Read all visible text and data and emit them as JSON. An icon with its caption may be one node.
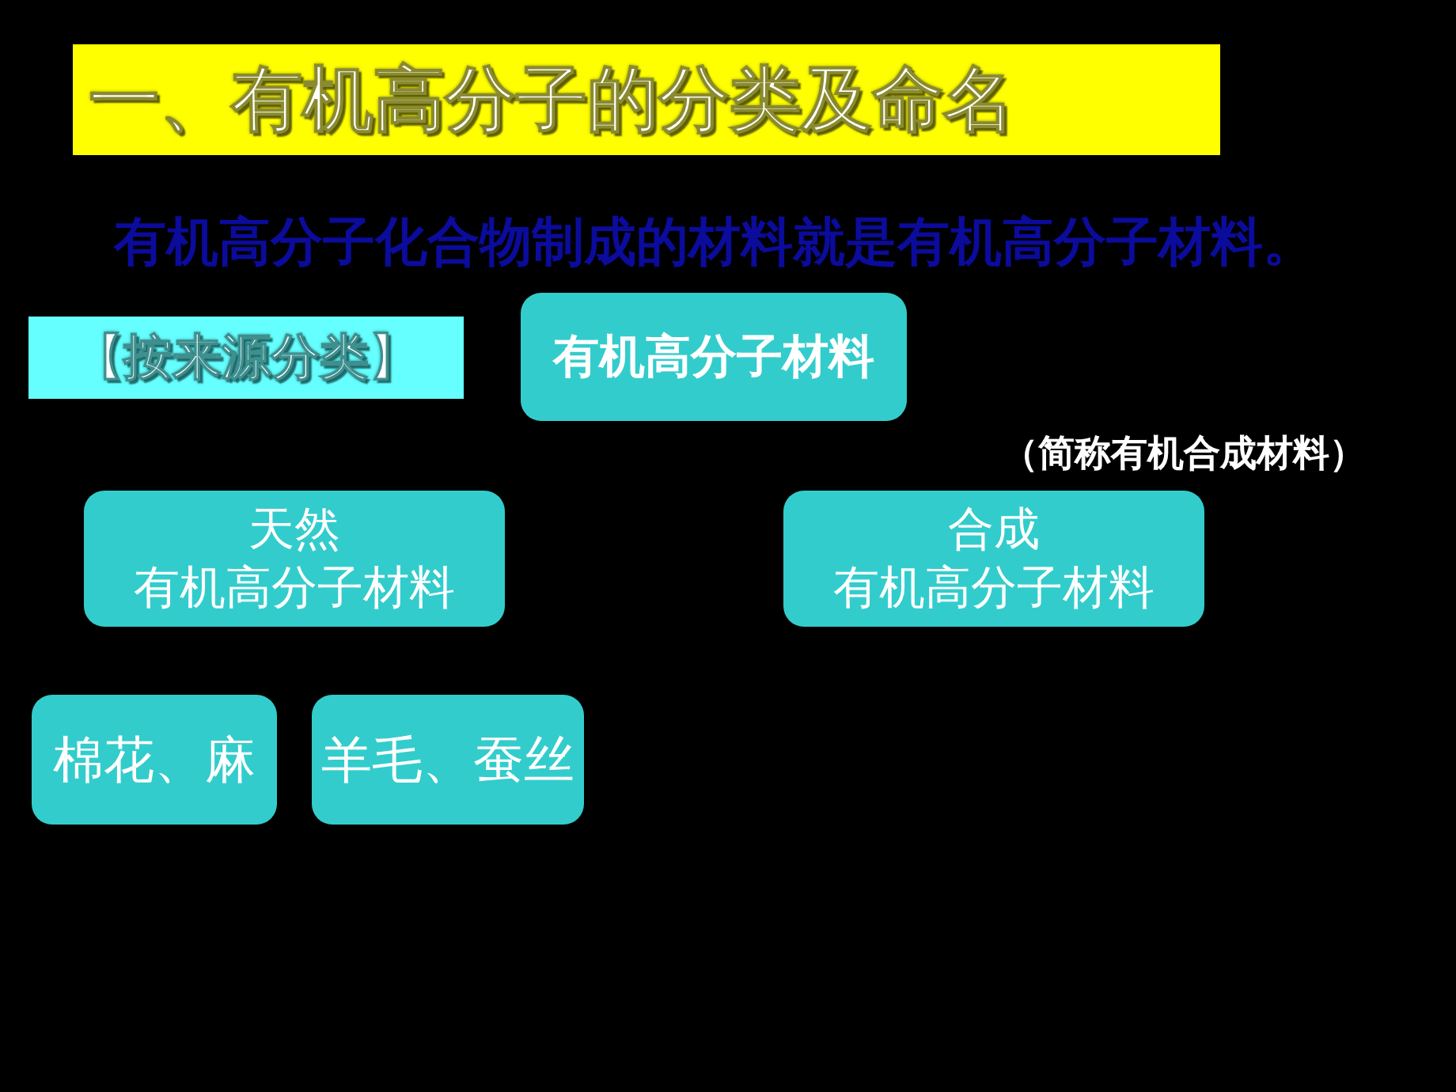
{
  "diagram": {
    "title": "一、有机高分子的分类及命名",
    "nodes": [
      {
        "text": [
          "【按来源分类】"
        ]
      },
      {
        "text": [
          "有机高分子材料"
        ]
      },
      {
        "text": [
          "天然",
          "有机高分子材料"
        ]
      },
      {
        "text": [
          "合成",
          "有机高分子材料"
        ],
        "beside": [
          "（简称有机合成材料）"
        ]
      },
      {
        "text": [
          "棉花、麻"
        ]
      },
      {
        "text": [
          "羊毛、蚕丝"
        ]
      }
    ],
    "labels": [
      "有机高分子化合物制成的材料就是有机高分子材料。"
    ]
  }
}
